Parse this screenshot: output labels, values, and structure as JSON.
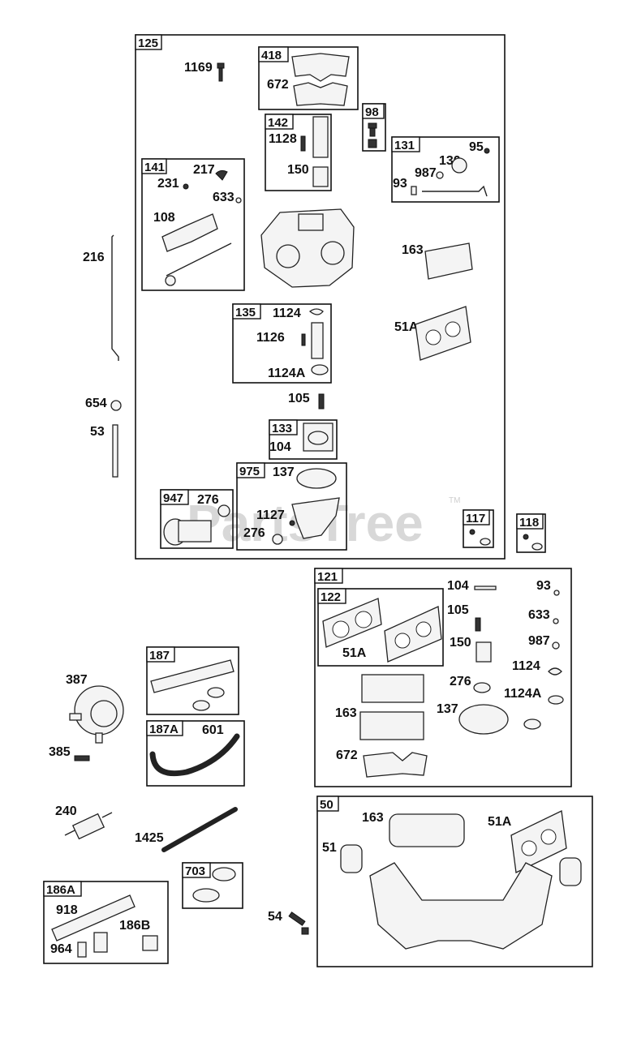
{
  "watermark": {
    "text": "PartsTree",
    "tm": "TM"
  },
  "boxes": {
    "b125": "125",
    "b418": "418",
    "b142": "142",
    "b98": "98",
    "b131": "131",
    "b141": "141",
    "b135": "135",
    "b133": "133",
    "b975": "975",
    "b947": "947",
    "b117": "117",
    "b118": "118",
    "b121": "121",
    "b122": "122",
    "b187": "187",
    "b187a": "187A",
    "b50": "50",
    "b703": "703",
    "b186a": "186A"
  },
  "labels": {
    "l1169": "1169",
    "l672a": "672",
    "l1128": "1128",
    "l150a": "150",
    "l95a": "95",
    "l130": "130",
    "l987a": "987",
    "l93a": "93",
    "l217": "217",
    "l231": "231",
    "l633a": "633",
    "l108": "108",
    "l216": "216",
    "l163a": "163",
    "l51a1": "51A",
    "l1124a": "1124",
    "l1126": "1126",
    "l1124aa": "1124A",
    "l105a": "105",
    "l654": "654",
    "l53": "53",
    "l104a": "104",
    "l137a": "137",
    "l276a": "276",
    "l1127": "1127",
    "l276b": "276",
    "l104b": "104",
    "l93b": "93",
    "l105b": "105",
    "l633b": "633",
    "l987b": "987",
    "l51a2": "51A",
    "l150b": "150",
    "l1124b": "1124",
    "l276c": "276",
    "l1124ab": "1124A",
    "l163b": "163",
    "l137b": "137",
    "l672b": "672",
    "l387": "387",
    "l385": "385",
    "l601": "601",
    "l240": "240",
    "l1425": "1425",
    "l163c": "163",
    "l51a3": "51A",
    "l51": "51",
    "l54": "54",
    "l918": "918",
    "l186b": "186B",
    "l964": "964"
  }
}
